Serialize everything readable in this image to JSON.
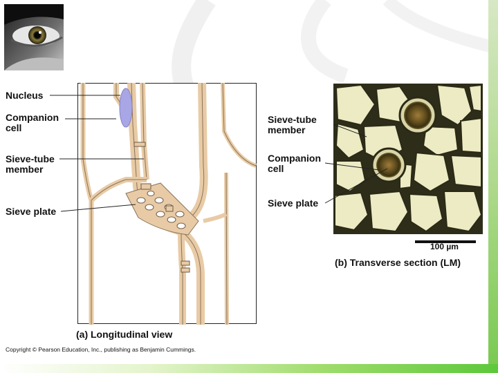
{
  "labels": {
    "nucleus": "Nucleus",
    "companion_cell_left": "Companion\ncell",
    "sieve_tube_member_left": "Sieve-tube\nmember",
    "sieve_plate_left": "Sieve plate",
    "sieve_tube_member_right": "Sieve-tube\nmember",
    "companion_cell_right": "Companion\ncell",
    "sieve_plate_right": "Sieve plate"
  },
  "captions": {
    "longitudinal": "(a) Longitudinal view",
    "transverse": "(b) Transverse section (LM)",
    "scale_bar": "100 µm"
  },
  "copyright": "Copyright © Pearson Education, Inc., publishing as Benjamin Cummings.",
  "colors": {
    "cell_wall": "#e8cba6",
    "cell_interior": "#ffffff",
    "nucleus": "#a9a6e6",
    "micrograph_bg": "#e9e7bf",
    "cell_border": "#3a3a22"
  }
}
